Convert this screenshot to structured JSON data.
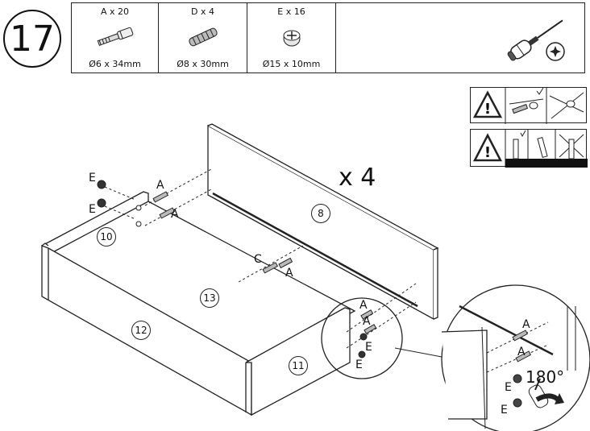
{
  "step": "17",
  "parts": [
    {
      "qty": "A x 20",
      "size": "Ø6 x 34mm",
      "icon": "screw-dowel-icon"
    },
    {
      "qty": "D x 4",
      "size": "Ø8 x 30mm",
      "icon": "wooden-dowel-icon"
    },
    {
      "qty": "E x 16",
      "size": "Ø15 x 10mm",
      "icon": "cam-lock-icon"
    }
  ],
  "tool_icon": "phillips-screwdriver-icon",
  "warnings": [
    "warning-triangle-icon",
    "warning-triangle-icon"
  ],
  "multiplier": "x 4",
  "rotation": "180°",
  "panel_numbers": {
    "p8": "8",
    "p10": "10",
    "p11": "11",
    "p12": "12",
    "p13": "13"
  },
  "letters": {
    "A": "A",
    "C": "C",
    "E": "E"
  }
}
